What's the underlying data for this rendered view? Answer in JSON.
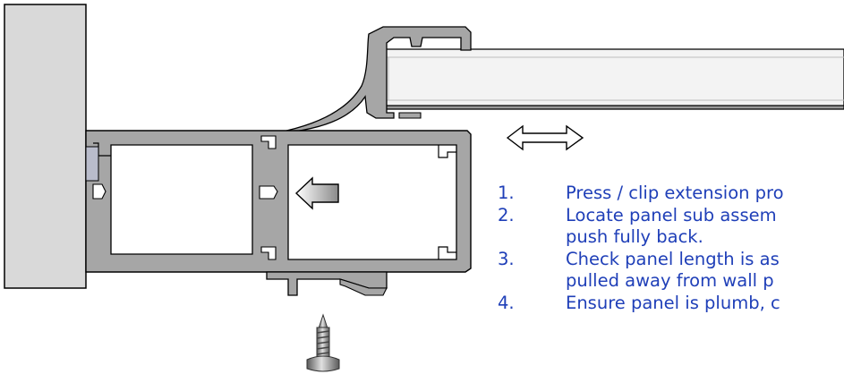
{
  "colors": {
    "wall": "#d9d9d9",
    "profile": "#a6a6a6",
    "panel": "#f1f1f1",
    "outline": "#000000",
    "text": "#1f3fb8",
    "seal": "#b9bccb",
    "screw": "#8f8f8f"
  },
  "icons": {
    "slide_arrow": "double-arrow-icon",
    "push_arrow": "left-arrow-icon",
    "screw": "screw-icon"
  },
  "steps": [
    {
      "number": "1.",
      "lines": [
        "Press / clip extension pro"
      ]
    },
    {
      "number": "2.",
      "lines": [
        "Locate panel sub assem",
        "push fully back."
      ]
    },
    {
      "number": "3.",
      "lines": [
        "Check panel length is as",
        "pulled away from wall p"
      ]
    },
    {
      "number": "4.",
      "lines": [
        "Ensure panel is plumb, c"
      ]
    }
  ]
}
